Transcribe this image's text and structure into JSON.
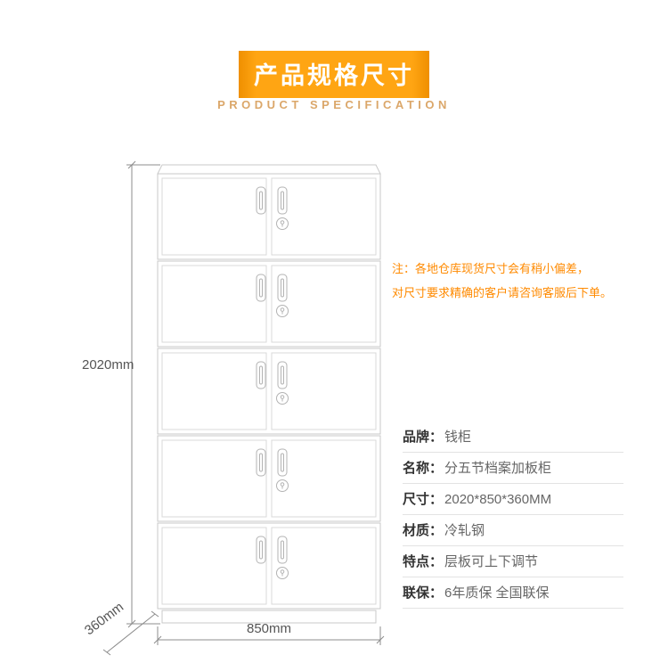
{
  "header": {
    "title": "产品规格尺寸",
    "subtitle": "PRODUCT SPECIFICATION"
  },
  "note": {
    "line1": "注：各地仓库现货尺寸会有稍小偏差，",
    "line2": "对尺寸要求精确的客户请咨询客服后下单。"
  },
  "dimensions": {
    "height": "2020mm",
    "width": "850mm",
    "depth": "360mm"
  },
  "specs": [
    {
      "label": "品牌：",
      "value": "钱柜"
    },
    {
      "label": "名称：",
      "value": "分五节档案加板柜"
    },
    {
      "label": "尺寸：",
      "value": "2020*850*360MM"
    },
    {
      "label": "材质：",
      "value": "冷轧钢"
    },
    {
      "label": "特点：",
      "value": "层板可上下调节"
    },
    {
      "label": "联保：",
      "value": "6年质保 全国联保"
    }
  ],
  "colors": {
    "banner_orange": "#ffa513",
    "subtitle_tan": "#dba76a",
    "note_orange": "#ff8a00",
    "cabinet_line": "#c9c9c9",
    "dimension_line": "#8c8c8c"
  },
  "cabinet": {
    "sections": 5,
    "doors_per_section": 2
  }
}
